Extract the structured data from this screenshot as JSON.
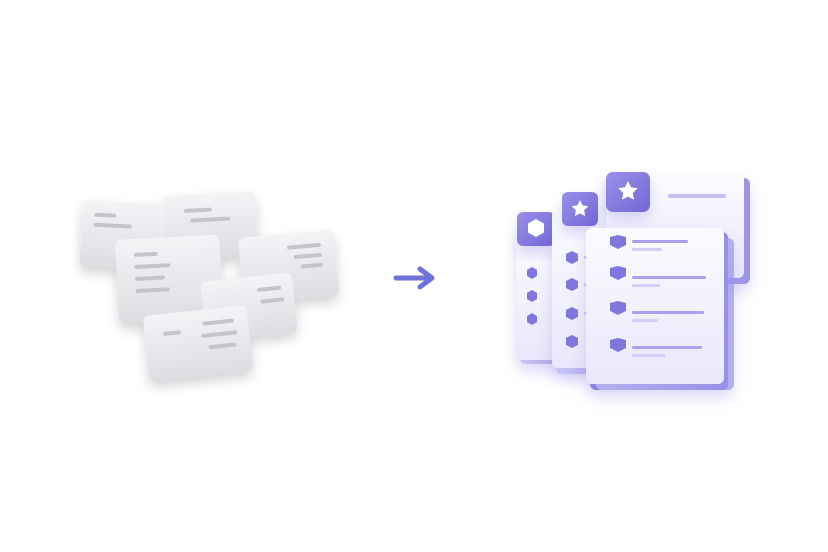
{
  "colors": {
    "background": "#ffffff",
    "card_gray": "#e6e6ea",
    "card_gray_light": "#f3f3f6",
    "line_gray": "#c2c2c9",
    "accent_purple": "#7f72da",
    "accent_purple_light": "#a9a1ee",
    "panel_lavender": "#eeedfb",
    "panel_white": "#f8f8fe",
    "arrow": "#6f72d9"
  },
  "left_group": {
    "description_icon": "scattered-gray-cards",
    "card_count": 6
  },
  "arrow": {
    "icon": "arrow-right-icon"
  },
  "right_group": {
    "description_icon": "stacked-organized-lists",
    "panel_count": 3,
    "badge_icons": [
      "hexagon-icon",
      "star-icon",
      "star-icon"
    ]
  }
}
